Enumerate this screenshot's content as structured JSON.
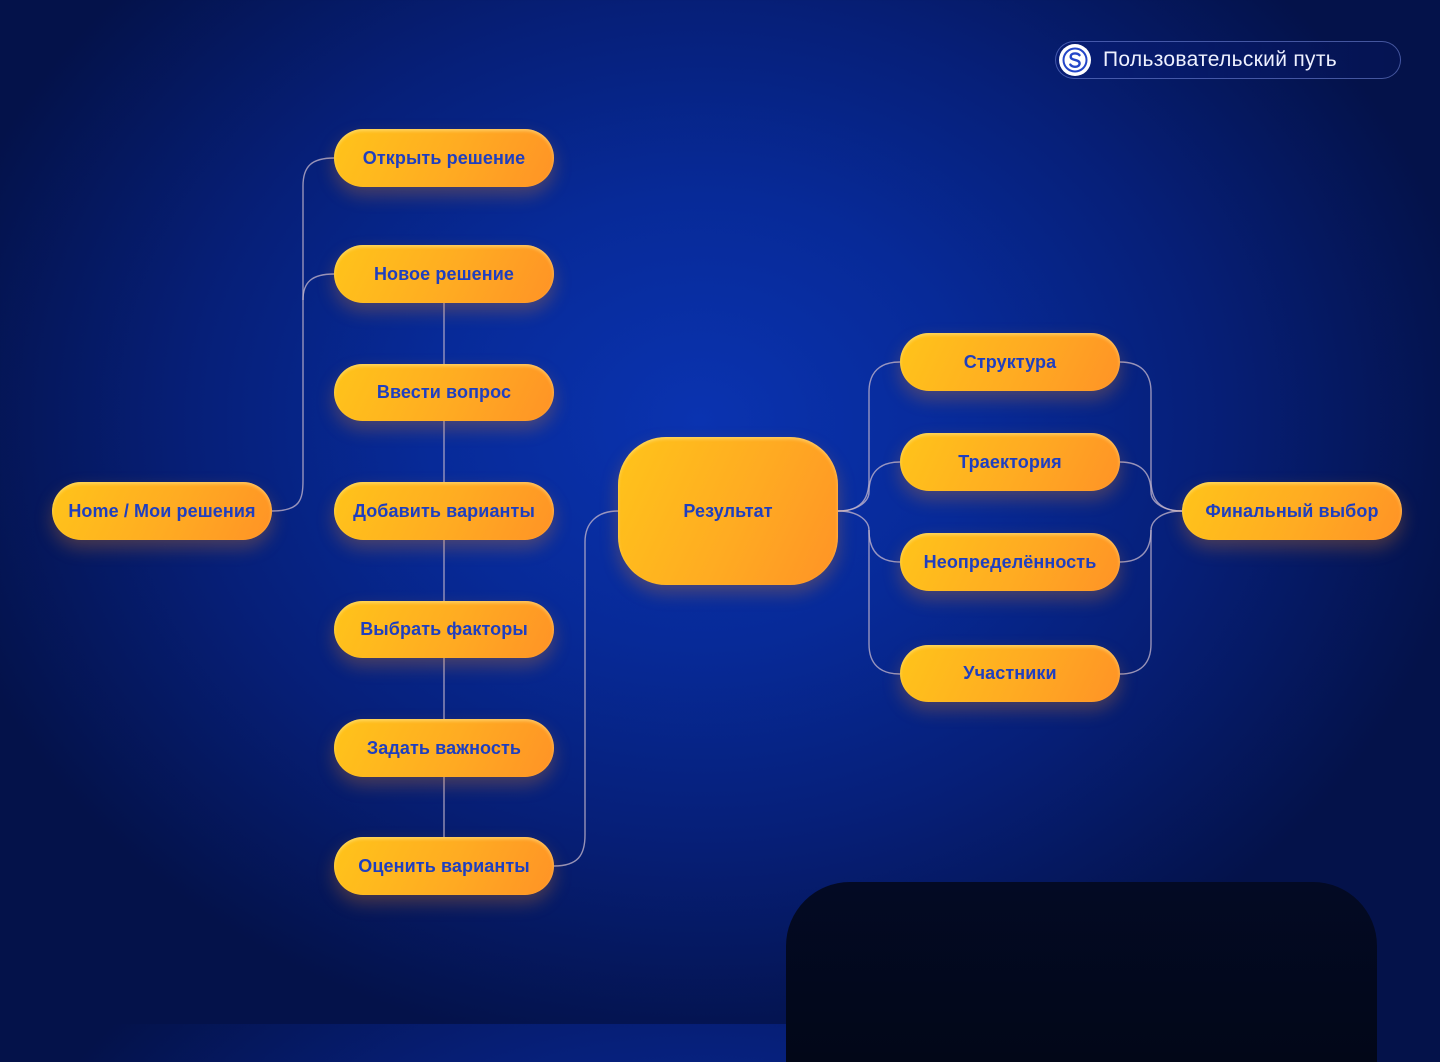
{
  "header": {
    "badge_label": "Пользовательский путь",
    "badge_logo_icon": "logo-s-icon"
  },
  "colors": {
    "node_fill": "#ffb01f",
    "node_text": "#1f3fc0",
    "background": "#0a2fa8"
  },
  "nodes": {
    "home": "Home / Мои решения",
    "open_decision": "Открыть решение",
    "new_decision": "Новое решение",
    "enter_question": "Ввести вопрос",
    "add_options": "Добавить варианты",
    "choose_factors": "Выбрать факторы",
    "set_importance": "Задать важность",
    "rate_options": "Оценить варианты",
    "result": "Результат",
    "structure": "Структура",
    "trajectory": "Траектория",
    "uncertainty": "Неопределённость",
    "participants": "Участники",
    "final_choice": "Финальный выбор"
  }
}
